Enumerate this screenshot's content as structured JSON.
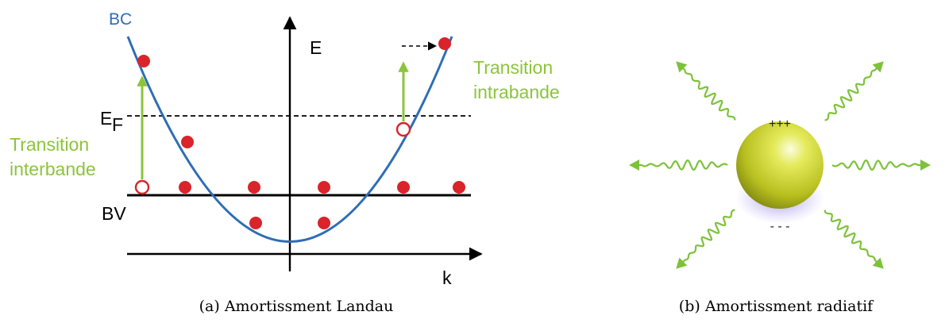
{
  "panel_a": {
    "band_conduction": "BC",
    "band_valence": "BV",
    "energy_axis": "E",
    "fermi_level": "E",
    "fermi_subscript": "F",
    "momentum_axis": "k",
    "interband": [
      "Transition",
      "interbande"
    ],
    "intraband": [
      "Transition",
      "intrabande"
    ],
    "caption": "(a) Amortissment Landau"
  },
  "panel_b": {
    "charge_top": "+++",
    "charge_bottom": "- - -",
    "caption": "(b) Amortissment radiatif"
  },
  "colors": {
    "band": "#2e6db5",
    "transition": "#8cc43c",
    "electron": "#d8242a",
    "sphere": "#c9d12a",
    "wave": "#7dc23a"
  }
}
